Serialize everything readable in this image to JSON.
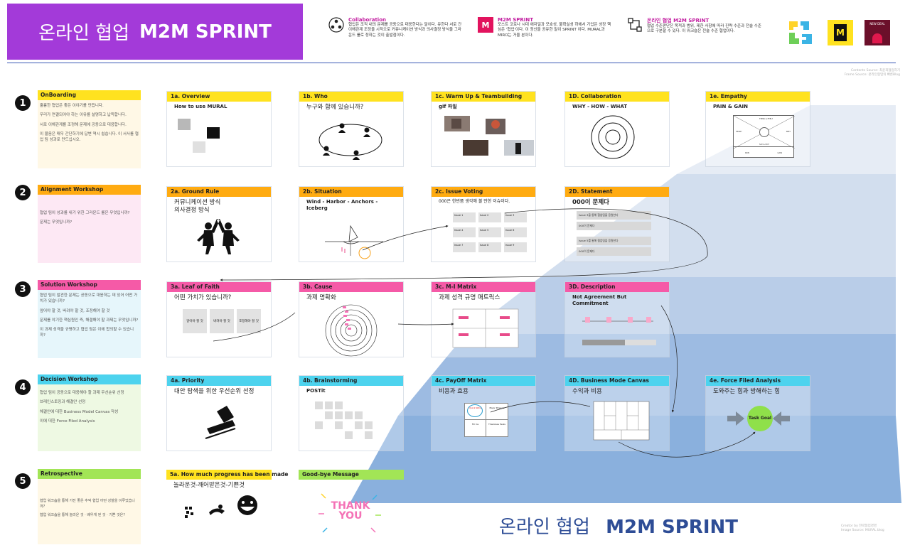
{
  "header": {
    "title_ko": "온라인 협업",
    "title_en": "M2M SPRINT",
    "collab_title": "Collaboration",
    "collab_desc": "협업은 조직 내의 문제를 공동으로 대응한다는 말이다. 유한다 서로 간 이해관계 조정을 시작으로 커뮤니케이션 방식과 의사결정 방식을 그라운드 룰로 정하는 것이 출발점이다.",
    "m2m_title": "M2M SPRINT",
    "m2m_desc": "포스트 코로나 시대 애자일과 모호성, 불확실성 하에서 기업은 성장 핵심은 '협업'이다. 이 정신을 공유한 말이 SPRINT 이다. MURAL과 MIRO는 거울 본이다.",
    "online_title": "온라인 협업 M2M SPRINT",
    "online_desc": "협업 수준판단은 목적과 범위, 제한 사항에 따라 진략 수준과 전술 수준으로 구분할 수 있다. 이 워크숍은 전술 수준 협업이다.",
    "m2m_icon_letter": "M",
    "logo2_letter": "M",
    "logo3_label": "NEW DEAL"
  },
  "credit_top": [
    "Contents Source: 최윤희협업하기",
    "Frame Source: 온라인협업의 빠른Blog"
  ],
  "rows": [
    {
      "num": "1",
      "title": "OnBoarding",
      "lines": [
        "훌륭한 협업은 좋은 이야기를 만듭니다.",
        "우리가 연결되어야 하는 이유를 설명하고 납득합니다.",
        "서로 이해관계를 조정해 문제에 공동으로 대응합니다.",
        "이 물음은 매우 간단하기에 답변 역시 쉽습니다. 이 서사를 협업 팀 성과로 만드십시오."
      ]
    },
    {
      "num": "2",
      "title": "Alignment Workshop",
      "lines": [
        "협업 팀이 성과를 내기 위한 그라운드 룰은 무엇입니까?",
        "문제는 무엇입니까?"
      ]
    },
    {
      "num": "3",
      "title": "Solution Workshop",
      "lines": [
        "협업 팀이 발견한 문제는 공동으로 대응하는 데 있어 어떤 가치가 있습니까?",
        "앞어야 할 것, 버려야 할 것, 조정해야 할 것",
        "문제를 야기한 핵심원인 즉, 해결해야 할 과제는 무엇입니까?",
        "이 과제 성격을 규명하고 협업 팀은 이에 합의할 수 있습니까?"
      ]
    },
    {
      "num": "4",
      "title": "Decision Workshop",
      "lines": [
        "협업 팀이 공동으로 대응해야 할 과제 우선순위 선정",
        "브레인스토밍과 해결안 선정",
        "해결안에 대한 Business Model Canvas 작성",
        "이에 대한 Force Filed Analysis"
      ]
    },
    {
      "num": "5",
      "title": "Retrospective",
      "lines": [
        "협업 워크숍을 통해 가진 좋은 추억 협업 어떤 성찰을 이루었습니까?",
        "협업 워크숍을 통해 놀라운 것 · 배우게 된 것 · 기쁜 것은?"
      ]
    }
  ],
  "cards": {
    "c1a": {
      "head": "1a. Overview",
      "sub": "How to use MURAL"
    },
    "c1b": {
      "head": "1b. Who",
      "sub": "누구와 함께 있습니까?"
    },
    "c1c": {
      "head": "1c. Warm Up & Teambuilding",
      "sub": "gif 파일"
    },
    "c1d": {
      "head": "1D. Collaboration",
      "sub": "WHY - HOW - WHAT"
    },
    "c1e": {
      "head": "1e. Empathy",
      "sub": "PAIN & GAIN"
    },
    "c2a": {
      "head": "2a. Ground Rule",
      "sub": "커뮤니케이션 방식 의사결정 방식"
    },
    "c2b": {
      "head": "2b. Situation",
      "sub": "Wind - Harbor - Anchors - Iceberg"
    },
    "c2c": {
      "head": "2c. Issue Voting",
      "sub": "000은 한번쯤 생각해 볼 만한 이슈이다."
    },
    "c2d": {
      "head": "2D. Statement",
      "sub": "000이 문제다"
    },
    "c3a": {
      "head": "3a. Leaf of Faith",
      "sub": "어떤 가치가 있습니까?"
    },
    "c3b": {
      "head": "3b. Cause",
      "sub": "과제 명확화"
    },
    "c3c": {
      "head": "3c. M-I Matrix",
      "sub": "과제 성격 규명 매트릭스"
    },
    "c3d": {
      "head": "3D. Description",
      "sub": "Not Agreement But Commitment"
    },
    "c4a": {
      "head": "4a. Priority",
      "sub": "대안 탐색을 위한 우선순위 선정"
    },
    "c4b": {
      "head": "4b. Brainstorming",
      "sub": "POSTit"
    },
    "c4c": {
      "head": "4c. PayOff Matrix",
      "sub": "비용과 효용"
    },
    "c4d": {
      "head": "4D. Business Mode Canvas",
      "sub": "수익과 비용"
    },
    "c4e": {
      "head": "4e. Force Filed Analysis",
      "sub": "도와주는 힘과 방해하는 힘"
    },
    "c5a": {
      "head": "5a. How much progress has been made",
      "sub": "놀라운것-깨어받은것-기쁜것"
    },
    "c5b": {
      "head": "Good-bye Message",
      "sub": ""
    }
  },
  "issue_labels": [
    "Issue 1",
    "Issue 2",
    "Issue 3",
    "Issue 4",
    "Issue 5",
    "Issue 6",
    "Issue 7",
    "Issue 8",
    "Issue 9"
  ],
  "leaf_labels": [
    "알아야 할 것",
    "버려야 할 것",
    "조정해야 할 것"
  ],
  "statement_lines": [
    "Issue 3을 통해 협업팀을 응원한다",
    "000이 문제다",
    "Issue 5를 통해 협업팀을 응원한다",
    "000이 문제다"
  ],
  "empathy_labels": [
    "THINK & FEEL?",
    "HEAR?",
    "SEE?",
    "SAY & DO?",
    "PAIN",
    "GAIN"
  ],
  "payoff_labels": [
    "Quick Wins",
    "Major Projects",
    "Fill Ins",
    "Thankless Tasks"
  ],
  "task_goal": "Task Goal",
  "thank_you": "THANK YOU",
  "bottom_title": {
    "ko": "온라인 협업",
    "en": "M2M SPRINT"
  },
  "credit_bottom": [
    "Creator by 전략협업경영",
    "Image Source: MURAL blog"
  ]
}
